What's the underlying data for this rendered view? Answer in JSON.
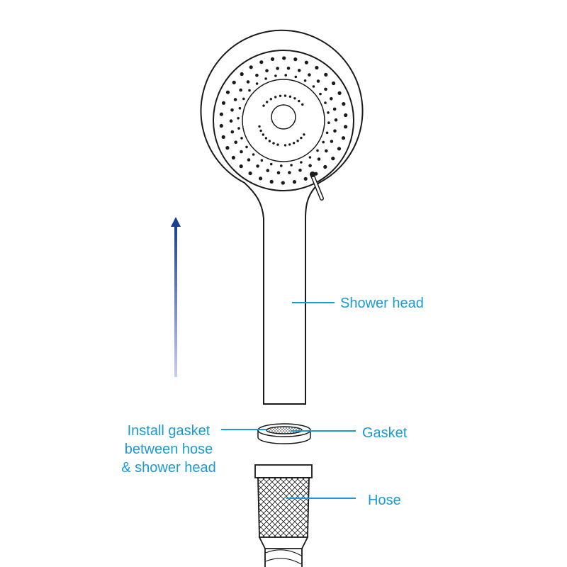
{
  "labels": {
    "shower_head": "Shower head",
    "gasket": "Gasket",
    "hose": "Hose",
    "install_line1": "Install gasket",
    "install_line2": "between hose",
    "install_line3": "& shower head"
  },
  "colors": {
    "outline": "#1a1a1a",
    "callout": "#1a9ad6",
    "arrow": "#1b3f8f",
    "arrow_fade": "#c9cfee"
  },
  "icons": {
    "arrow": "arrow-up-icon"
  }
}
